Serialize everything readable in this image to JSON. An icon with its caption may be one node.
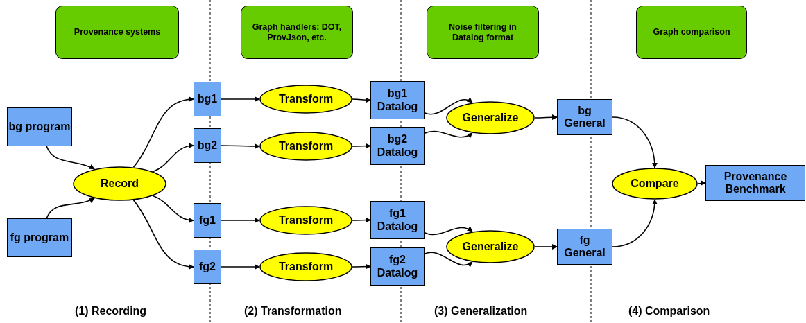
{
  "diagram": {
    "nodes": [
      {
        "text": [
          "Provenance systems"
        ]
      },
      {
        "text": [
          "Graph handlers: DOT, ProvJson, etc."
        ]
      },
      {
        "text": [
          "Noise filtering in Datalog format"
        ]
      },
      {
        "text": [
          "Graph comparison"
        ]
      },
      {
        "text": [
          "bg program"
        ]
      },
      {
        "text": [
          "fg program"
        ]
      },
      {
        "text": [
          "Record"
        ]
      },
      {
        "text": [
          "bg1"
        ]
      },
      {
        "text": [
          "bg2"
        ]
      },
      {
        "text": [
          "fg1"
        ]
      },
      {
        "text": [
          "fg2"
        ]
      },
      {
        "text": [
          "Transform"
        ]
      },
      {
        "text": [
          "Transform"
        ]
      },
      {
        "text": [
          "Transform"
        ]
      },
      {
        "text": [
          "Transform"
        ]
      },
      {
        "text": [
          "bg1 Datalog"
        ]
      },
      {
        "text": [
          "bg2 Datalog"
        ]
      },
      {
        "text": [
          "fg1 Datalog"
        ]
      },
      {
        "text": [
          "fg2 Datalog"
        ]
      },
      {
        "text": [
          "Generalize"
        ]
      },
      {
        "text": [
          "Generalize"
        ]
      },
      {
        "text": [
          "bg General"
        ]
      },
      {
        "text": [
          "fg General"
        ]
      },
      {
        "text": [
          "Compare"
        ]
      },
      {
        "text": [
          "Provenance Benchmark"
        ]
      }
    ],
    "edges": [
      {
        "from": 4,
        "to": 6,
        "arrow": "to"
      },
      {
        "from": 5,
        "to": 6,
        "arrow": "to"
      },
      {
        "from": 6,
        "to": 7,
        "arrow": "to"
      },
      {
        "from": 6,
        "to": 8,
        "arrow": "to"
      },
      {
        "from": 6,
        "to": 9,
        "arrow": "to"
      },
      {
        "from": 6,
        "to": 10,
        "arrow": "to"
      },
      {
        "from": 7,
        "to": 11,
        "arrow": "to"
      },
      {
        "from": 8,
        "to": 12,
        "arrow": "to"
      },
      {
        "from": 9,
        "to": 13,
        "arrow": "to"
      },
      {
        "from": 10,
        "to": 14,
        "arrow": "to"
      },
      {
        "from": 11,
        "to": 15,
        "arrow": "to"
      },
      {
        "from": 12,
        "to": 16,
        "arrow": "to"
      },
      {
        "from": 13,
        "to": 17,
        "arrow": "to"
      },
      {
        "from": 14,
        "to": 18,
        "arrow": "to"
      },
      {
        "from": 15,
        "to": 19,
        "arrow": "to"
      },
      {
        "from": 16,
        "to": 19,
        "arrow": "to"
      },
      {
        "from": 17,
        "to": 20,
        "arrow": "to"
      },
      {
        "from": 18,
        "to": 20,
        "arrow": "to"
      },
      {
        "from": 19,
        "to": 21,
        "arrow": "to"
      },
      {
        "from": 20,
        "to": 22,
        "arrow": "to"
      },
      {
        "from": 21,
        "to": 23,
        "arrow": "to"
      },
      {
        "from": 22,
        "to": 23,
        "arrow": "to"
      },
      {
        "from": 23,
        "to": 24,
        "arrow": "to"
      }
    ],
    "labels": [
      "(1) Recording",
      "(2) Transformation",
      "(3) Generalization",
      "(4) Comparison"
    ]
  }
}
